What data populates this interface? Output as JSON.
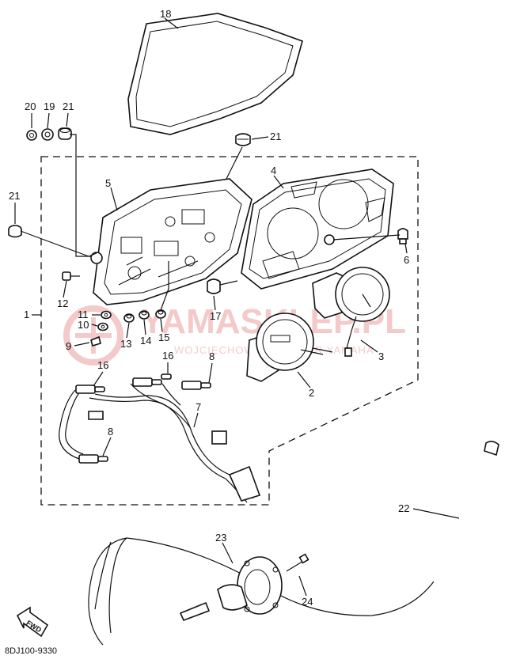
{
  "watermark": {
    "brand": "YAMASKLEP.PL",
    "subtitle": "WOJCIECHOWSKI DEALER YAMAHA"
  },
  "drawing_code": "8DJ100-9330",
  "fwd_label": "FWD",
  "callouts": [
    {
      "label": "18"
    },
    {
      "label": "20"
    },
    {
      "label": "19"
    },
    {
      "label": "21"
    },
    {
      "label": "21"
    },
    {
      "label": "21"
    },
    {
      "label": "5"
    },
    {
      "label": "4"
    },
    {
      "label": "6"
    },
    {
      "label": "1"
    },
    {
      "label": "12"
    },
    {
      "label": "11"
    },
    {
      "label": "10"
    },
    {
      "label": "9"
    },
    {
      "label": "13"
    },
    {
      "label": "14"
    },
    {
      "label": "15"
    },
    {
      "label": "17"
    },
    {
      "label": "3"
    },
    {
      "label": "2"
    },
    {
      "label": "16"
    },
    {
      "label": "16"
    },
    {
      "label": "8"
    },
    {
      "label": "7"
    },
    {
      "label": "8"
    },
    {
      "label": "22"
    },
    {
      "label": "23"
    },
    {
      "label": "24"
    }
  ],
  "colors": {
    "line": "#111111",
    "watermark": "#f0c4c4"
  }
}
